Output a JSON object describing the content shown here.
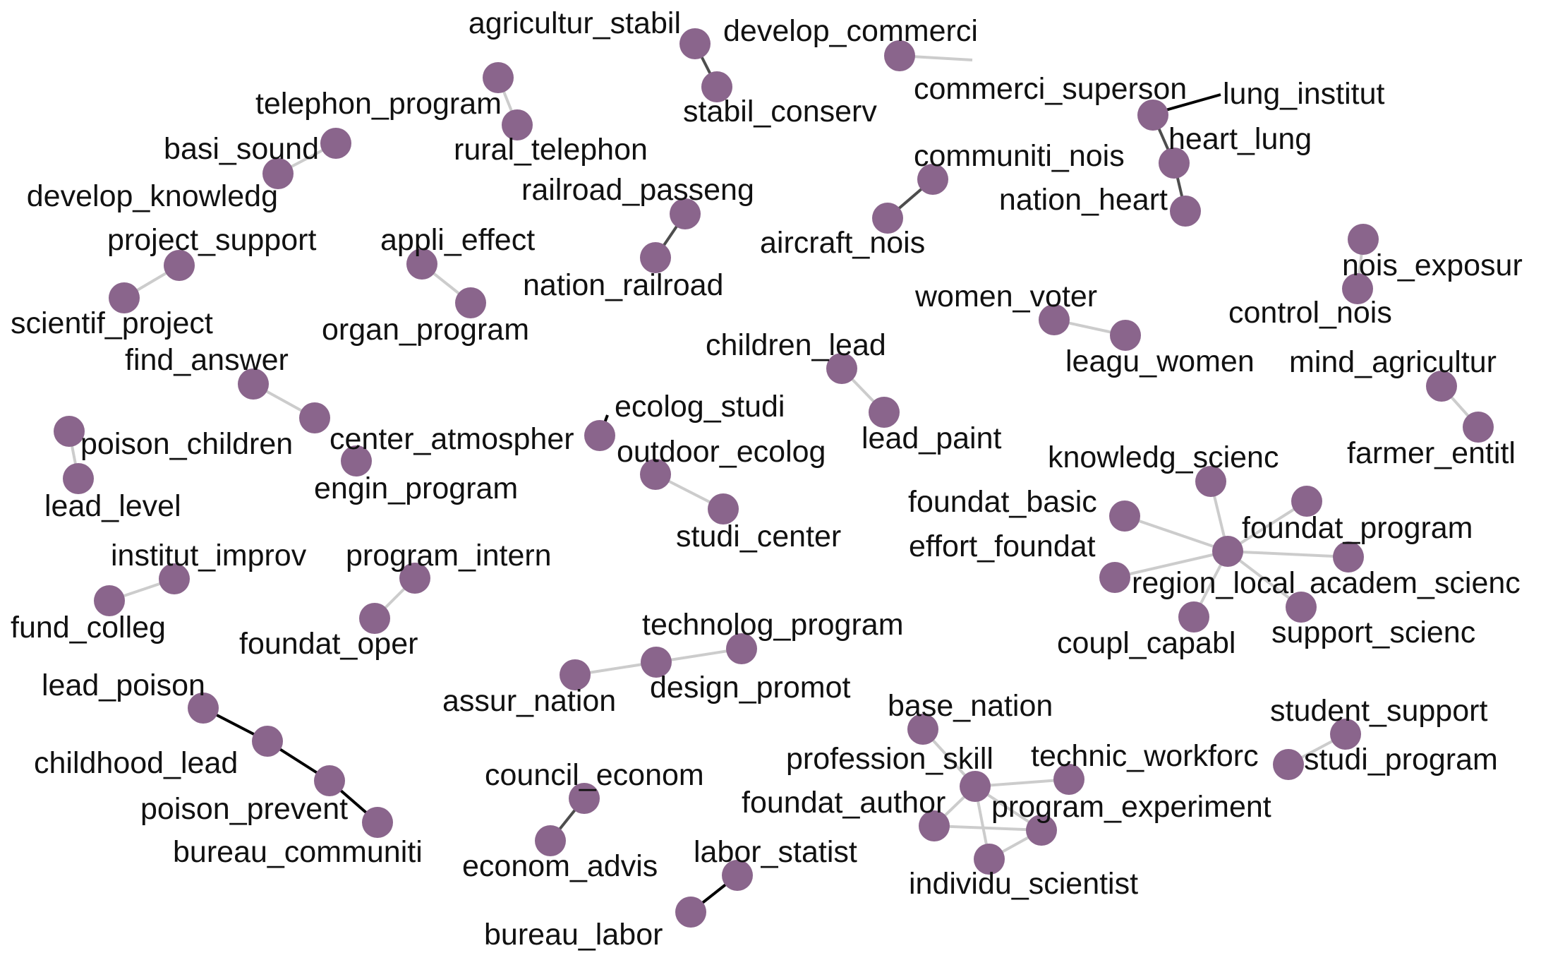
{
  "graph": {
    "node_color": "#8A658C",
    "edge_colors": {
      "strong": "#000000",
      "medium": "#4D4D4D",
      "weak": "#CCCCCC"
    },
    "edge_label_leaders": [
      {
        "nodes": [
          "commerci_superson",
          "lung_institut"
        ],
        "strength": "strong"
      },
      {
        "nodes": [
          "center_atmospher",
          "ecolog_studi"
        ],
        "strength": "strong"
      }
    ],
    "nodes": [
      {
        "id": "agricultur_stabil",
        "label": "agricultur_stabil"
      },
      {
        "id": "stabil_conserv",
        "label": "stabil_conserv"
      },
      {
        "id": "develop_commerci",
        "label": "develop_commerci"
      },
      {
        "id": "commerci_superson",
        "label": "commerci_superson"
      },
      {
        "id": "lung_institut",
        "label": "lung_institut"
      },
      {
        "id": "heart_lung",
        "label": "heart_lung"
      },
      {
        "id": "nation_heart",
        "label": "nation_heart"
      },
      {
        "id": "telephon_program",
        "label": "telephon_program"
      },
      {
        "id": "rural_telephon",
        "label": "rural_telephon"
      },
      {
        "id": "basi_sound",
        "label": "basi_sound"
      },
      {
        "id": "develop_knowledg",
        "label": "develop_knowledg"
      },
      {
        "id": "communiti_nois",
        "label": "communiti_nois"
      },
      {
        "id": "aircraft_nois",
        "label": "aircraft_nois"
      },
      {
        "id": "railroad_passeng",
        "label": "railroad_passeng"
      },
      {
        "id": "nation_railroad",
        "label": "nation_railroad"
      },
      {
        "id": "project_support",
        "label": "project_support"
      },
      {
        "id": "scientif_project",
        "label": "scientif_project"
      },
      {
        "id": "appli_effect",
        "label": "appli_effect"
      },
      {
        "id": "organ_program",
        "label": "organ_program"
      },
      {
        "id": "nois_exposur",
        "label": "nois_exposur"
      },
      {
        "id": "control_nois",
        "label": "control_nois"
      },
      {
        "id": "women_voter",
        "label": "women_voter"
      },
      {
        "id": "leagu_women",
        "label": "leagu_women"
      },
      {
        "id": "mind_agricultur",
        "label": "mind_agricultur"
      },
      {
        "id": "farmer_entitl",
        "label": "farmer_entitl"
      },
      {
        "id": "children_lead",
        "label": "children_lead"
      },
      {
        "id": "lead_paint",
        "label": "lead_paint"
      },
      {
        "id": "find_answer",
        "label": "find_answer"
      },
      {
        "id": "center_atmospher",
        "label": "center_atmospher"
      },
      {
        "id": "engin_program",
        "label": "engin_program"
      },
      {
        "id": "ecolog_studi",
        "label": "ecolog_studi"
      },
      {
        "id": "outdoor_ecolog",
        "label": "outdoor_ecolog"
      },
      {
        "id": "studi_center",
        "label": "studi_center"
      },
      {
        "id": "poison_children",
        "label": "poison_children"
      },
      {
        "id": "lead_level",
        "label": "lead_level"
      },
      {
        "id": "knowledg_scienc",
        "label": "knowledg_scienc"
      },
      {
        "id": "foundat_basic",
        "label": "foundat_basic"
      },
      {
        "id": "foundat_program",
        "label": "foundat_program"
      },
      {
        "id": "effort_foundat",
        "label": "effort_foundat"
      },
      {
        "id": "region_local",
        "label": "region_local"
      },
      {
        "id": "academ_scienc",
        "label": "academ_scienc"
      },
      {
        "id": "coupl_capabl",
        "label": "coupl_capabl"
      },
      {
        "id": "support_scienc",
        "label": "support_scienc"
      },
      {
        "id": "institut_improv",
        "label": "institut_improv"
      },
      {
        "id": "fund_colleg",
        "label": "fund_colleg"
      },
      {
        "id": "program_intern",
        "label": "program_intern"
      },
      {
        "id": "foundat_oper",
        "label": "foundat_oper"
      },
      {
        "id": "technolog_program",
        "label": "technolog_program"
      },
      {
        "id": "assur_nation",
        "label": "assur_nation"
      },
      {
        "id": "design_promot",
        "label": "design_promot"
      },
      {
        "id": "lead_poison",
        "label": "lead_poison"
      },
      {
        "id": "childhood_lead",
        "label": "childhood_lead"
      },
      {
        "id": "poison_prevent",
        "label": "poison_prevent"
      },
      {
        "id": "bureau_communiti",
        "label": "bureau_communiti"
      },
      {
        "id": "base_nation",
        "label": "base_nation"
      },
      {
        "id": "profession_skill",
        "label": "profession_skill"
      },
      {
        "id": "technic_workforc",
        "label": "technic_workforc"
      },
      {
        "id": "foundat_author",
        "label": "foundat_author"
      },
      {
        "id": "program_experiment",
        "label": "program_experiment"
      },
      {
        "id": "individu_scientist",
        "label": "individu_scientist"
      },
      {
        "id": "student_support",
        "label": "student_support"
      },
      {
        "id": "studi_program",
        "label": "studi_program"
      },
      {
        "id": "council_econom",
        "label": "council_econom"
      },
      {
        "id": "econom_advis",
        "label": "econom_advis"
      },
      {
        "id": "labor_statist",
        "label": "labor_statist"
      },
      {
        "id": "bureau_labor",
        "label": "bureau_labor"
      }
    ],
    "edges": [
      {
        "source": "agricultur_stabil",
        "target": "stabil_conserv",
        "strength": "medium"
      },
      {
        "source": "develop_commerci",
        "target": "develop_commerci_2",
        "strength": "weak"
      },
      {
        "source": "commerci_superson",
        "target": "heart_lung",
        "strength": "medium"
      },
      {
        "source": "heart_lung",
        "target": "nation_heart",
        "strength": "medium"
      },
      {
        "source": "telephon_program",
        "target": "rural_telephon",
        "strength": "weak"
      },
      {
        "source": "basi_sound",
        "target": "develop_knowledg",
        "strength": "weak"
      },
      {
        "source": "communiti_nois",
        "target": "aircraft_nois",
        "strength": "medium"
      },
      {
        "source": "railroad_passeng",
        "target": "nation_railroad",
        "strength": "medium"
      },
      {
        "source": "project_support",
        "target": "scientif_project",
        "strength": "weak"
      },
      {
        "source": "appli_effect",
        "target": "organ_program",
        "strength": "weak"
      },
      {
        "source": "nois_exposur",
        "target": "control_nois",
        "strength": "weak"
      },
      {
        "source": "women_voter",
        "target": "leagu_women",
        "strength": "weak"
      },
      {
        "source": "mind_agricultur",
        "target": "farmer_entitl",
        "strength": "weak"
      },
      {
        "source": "children_lead",
        "target": "lead_paint",
        "strength": "weak"
      },
      {
        "source": "find_answer",
        "target": "center_atmospher",
        "strength": "weak"
      },
      {
        "source": "outdoor_ecolog",
        "target": "studi_center",
        "strength": "weak"
      },
      {
        "source": "poison_children",
        "target": "lead_level",
        "strength": "weak"
      },
      {
        "source": "region_local",
        "target": "knowledg_scienc",
        "strength": "weak"
      },
      {
        "source": "region_local",
        "target": "foundat_basic",
        "strength": "weak"
      },
      {
        "source": "region_local",
        "target": "foundat_program",
        "strength": "weak"
      },
      {
        "source": "region_local",
        "target": "effort_foundat",
        "strength": "weak"
      },
      {
        "source": "region_local",
        "target": "academ_scienc",
        "strength": "weak"
      },
      {
        "source": "region_local",
        "target": "coupl_capabl",
        "strength": "weak"
      },
      {
        "source": "region_local",
        "target": "support_scienc",
        "strength": "weak"
      },
      {
        "source": "institut_improv",
        "target": "fund_colleg",
        "strength": "weak"
      },
      {
        "source": "program_intern",
        "target": "foundat_oper",
        "strength": "weak"
      },
      {
        "source": "assur_nation",
        "target": "design_promot",
        "strength": "weak"
      },
      {
        "source": "design_promot",
        "target": "technolog_program",
        "strength": "weak"
      },
      {
        "source": "lead_poison",
        "target": "childhood_lead",
        "strength": "strong"
      },
      {
        "source": "childhood_lead",
        "target": "poison_prevent",
        "strength": "strong"
      },
      {
        "source": "poison_prevent",
        "target": "bureau_communiti",
        "strength": "strong"
      },
      {
        "source": "profession_skill",
        "target": "base_nation",
        "strength": "weak"
      },
      {
        "source": "profession_skill",
        "target": "technic_workforc",
        "strength": "weak"
      },
      {
        "source": "profession_skill",
        "target": "foundat_author",
        "strength": "weak"
      },
      {
        "source": "profession_skill",
        "target": "program_experiment",
        "strength": "weak"
      },
      {
        "source": "profession_skill",
        "target": "individu_scientist",
        "strength": "weak"
      },
      {
        "source": "foundat_author",
        "target": "program_experiment",
        "strength": "weak"
      },
      {
        "source": "individu_scientist",
        "target": "program_experiment",
        "strength": "weak"
      },
      {
        "source": "student_support",
        "target": "studi_program",
        "strength": "weak"
      },
      {
        "source": "council_econom",
        "target": "econom_advis",
        "strength": "medium"
      },
      {
        "source": "labor_statist",
        "target": "bureau_labor",
        "strength": "strong"
      }
    ]
  }
}
